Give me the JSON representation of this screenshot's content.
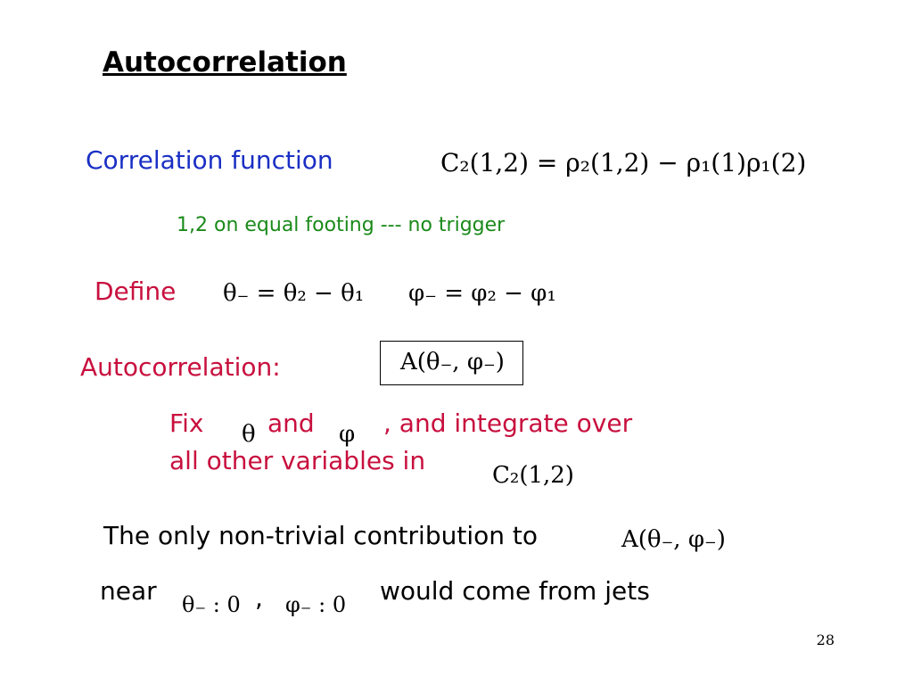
{
  "slide": {
    "title": "Autocorrelation",
    "page_number": "28"
  },
  "correlation": {
    "label": "Correlation function",
    "equation": "C₂(1,2) = ρ₂(1,2) − ρ₁(1)ρ₁(2)",
    "note": "1,2 on equal footing --- no trigger"
  },
  "define": {
    "label": "Define",
    "theta_eq": "θ₋ = θ₂ − θ₁",
    "phi_eq": "φ₋ = φ₂ − φ₁"
  },
  "autocorr": {
    "label": "Autocorrelation:",
    "expression": "A(θ₋, φ₋)"
  },
  "fix": {
    "word_fix": "Fix",
    "theta_symbol": "θ",
    "word_and": "and",
    "phi_symbol": "φ",
    "tail1": ", and integrate over",
    "line2": "all other variables in",
    "c2": "C₂(1,2)"
  },
  "conclusion": {
    "line1": "The only non-trivial contribution to",
    "expr": "A(θ₋, φ₋)",
    "near": "near",
    "theta_near": "θ₋ : 0",
    "comma": ",",
    "phi_near": "φ₋ : 0",
    "tail": "would come from jets"
  },
  "colors": {
    "blue": "#1a2fc4",
    "green": "#1a8a1a",
    "red": "#c8103e"
  }
}
